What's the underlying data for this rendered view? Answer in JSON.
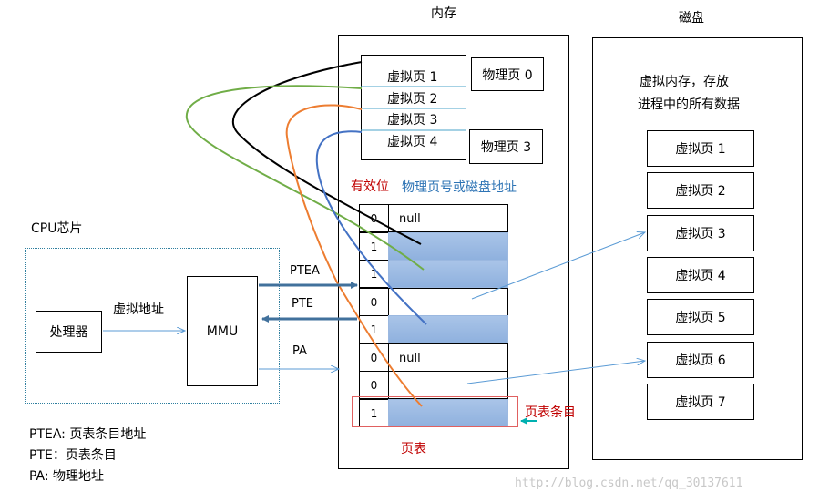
{
  "memory": {
    "title": "内存",
    "virtual_pages": [
      "虚拟页 1",
      "虚拟页 2",
      "虚拟页 3",
      "虚拟页 4"
    ],
    "phys_page_0": "物理页 0",
    "phys_page_3": "物理页 3",
    "valid_bit_label": "有效位",
    "addr_label": "物理页号或磁盘地址",
    "page_table_label": "页表",
    "pte_label": "页表条目"
  },
  "page_table": {
    "rows": [
      {
        "bit": "0",
        "text": "null",
        "filled": false
      },
      {
        "bit": "1",
        "text": "",
        "filled": true
      },
      {
        "bit": "1",
        "text": "",
        "filled": true
      },
      {
        "bit": "0",
        "text": "",
        "filled": false
      },
      {
        "bit": "1",
        "text": "",
        "filled": true
      },
      {
        "bit": "0",
        "text": "null",
        "filled": false
      },
      {
        "bit": "0",
        "text": "",
        "filled": false
      },
      {
        "bit": "1",
        "text": "",
        "filled": true
      }
    ]
  },
  "disk": {
    "title": "磁盘",
    "desc_line1": "虚拟内存，存放",
    "desc_line2": "进程中的所有数据",
    "pages": [
      "虚拟页 1",
      "虚拟页 2",
      "虚拟页 3",
      "虚拟页 4",
      "虚拟页 5",
      "虚拟页 6",
      "虚拟页 7"
    ]
  },
  "cpu": {
    "title": "CPU芯片",
    "processor": "处理器",
    "mmu": "MMU",
    "vaddr": "虚拟地址",
    "ptea": "PTEA",
    "pte": "PTE",
    "pa": "PA"
  },
  "legend": {
    "line1": "PTEA: 页表条目地址",
    "line2": "PTE：页表条目",
    "line3": "PA: 物理地址"
  },
  "watermark": "http://blog.csdn.net/qq_30137611",
  "colors": {
    "black_curve": "#000000",
    "green_curve": "#70ad47",
    "orange_curve": "#ed7d31",
    "blue_curve": "#4472c4",
    "arrow_blue": "#41719c",
    "thin_arrow": "#5b9bd5",
    "red_text": "#c00000",
    "blue_text": "#2e74b5",
    "cyan_arrow": "#00b0b0"
  }
}
